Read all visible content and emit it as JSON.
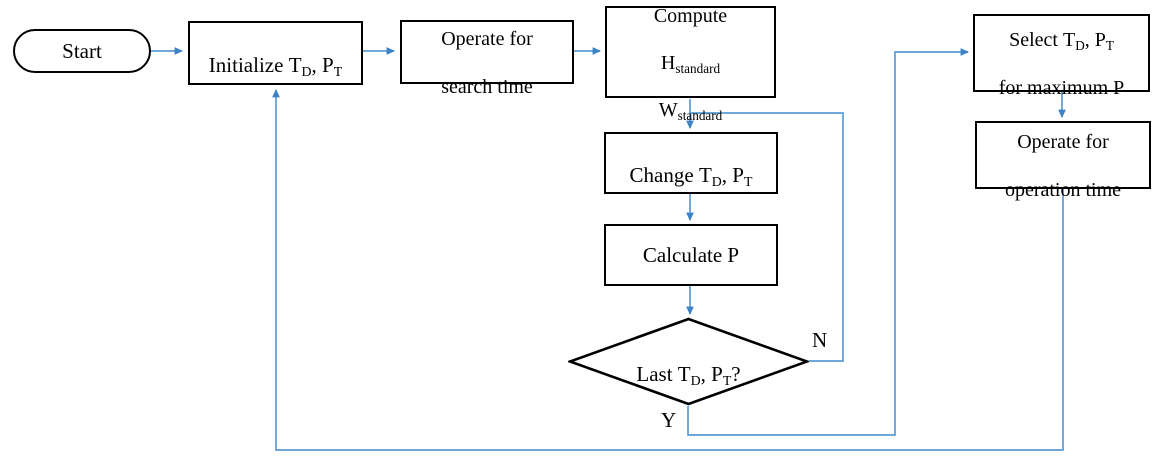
{
  "diagram": {
    "type": "flowchart",
    "title": "",
    "background_color": "#ffffff",
    "node_border_color": "#000000",
    "connector_color": "#5B9BD5",
    "text_color": "#000000",
    "nodes": [
      {
        "id": "start",
        "shape": "terminator",
        "label": "Start"
      },
      {
        "id": "initialize",
        "shape": "process",
        "label": "Initialize T_D, P_T"
      },
      {
        "id": "operate_search",
        "shape": "process",
        "label": "Operate for\nsearch time"
      },
      {
        "id": "compute",
        "shape": "process",
        "label": "Compute\nH_standard\nW_standard"
      },
      {
        "id": "change",
        "shape": "process",
        "label": "Change T_D, P_T"
      },
      {
        "id": "calculate",
        "shape": "process",
        "label": "Calculate P"
      },
      {
        "id": "last",
        "shape": "decision",
        "label": "Last T_D, P_T?"
      },
      {
        "id": "select",
        "shape": "process",
        "label": "Select T_D, P_T\nfor maximum P"
      },
      {
        "id": "operate_operation",
        "shape": "process",
        "label": "Operate for\noperation time"
      }
    ],
    "edge_labels": {
      "no": "N",
      "yes": "Y"
    }
  },
  "nodes": {
    "start": {
      "label": "Start"
    },
    "initialize": {
      "word": "Initialize",
      "v1": "T",
      "s1": "D",
      "sep": ", ",
      "v2": "P",
      "s2": "T"
    },
    "operate_search": {
      "line1": "Operate for",
      "line2": "search time"
    },
    "compute": {
      "line1": "Compute",
      "h": "H",
      "hsub": "standard",
      "w": "W",
      "wsub": "standard"
    },
    "change": {
      "word": "Change",
      "v1": "T",
      "s1": "D",
      "sep": ", ",
      "v2": "P",
      "s2": "T"
    },
    "calculate": {
      "label": "Calculate P"
    },
    "decision": {
      "word": "Last",
      "v1": "T",
      "s1": "D",
      "sep": ", ",
      "v2": "P",
      "s2": "T",
      "q": "?"
    },
    "select": {
      "word": "Select",
      "v1": "T",
      "s1": "D",
      "sep": ", ",
      "v2": "P",
      "s2": "T",
      "line2": "for maximum P"
    },
    "operate_operation": {
      "line1": "Operate for",
      "line2": "operation time"
    }
  },
  "labels": {
    "no": "N",
    "yes": "Y"
  }
}
